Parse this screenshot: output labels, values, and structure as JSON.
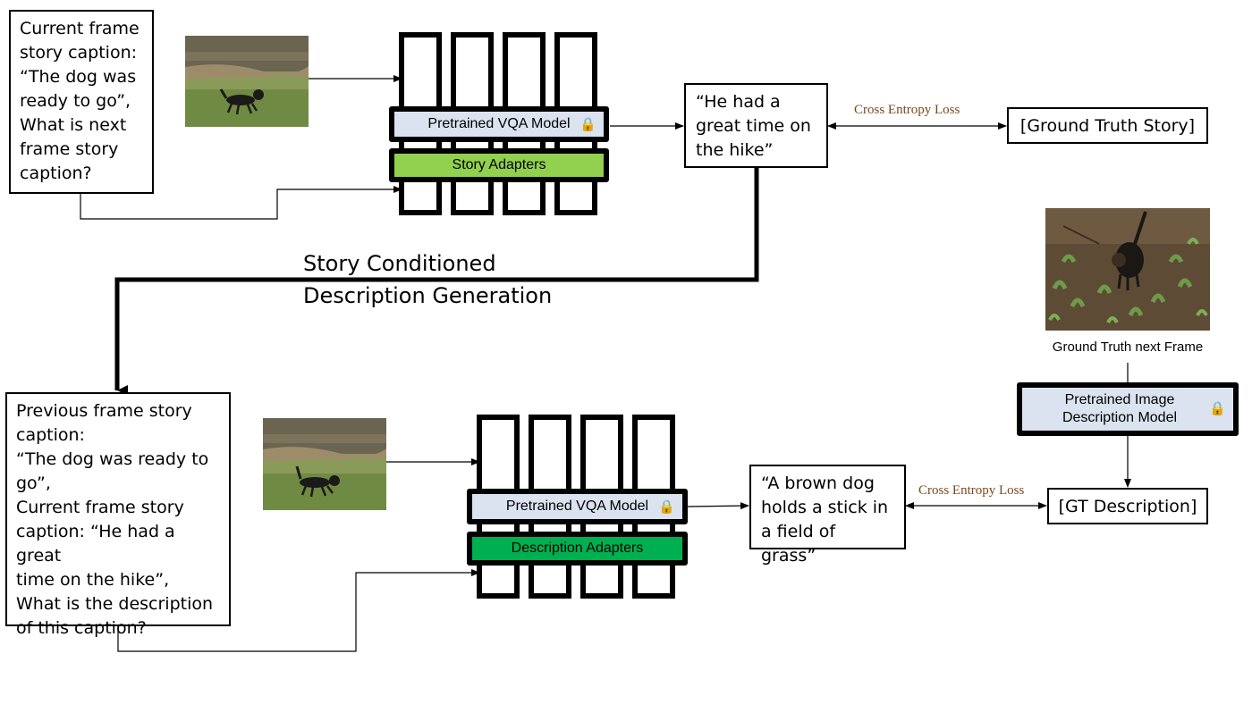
{
  "story_prompt": "Current frame\nstory caption:\n“The dog was\nready to go”,\nWhat is next\nframe story\ncaption?",
  "story_vqa_label": "Pretrained VQA Model",
  "story_adapter_label": "Story Adapters",
  "story_output": "“He had a\ngreat time on\nthe hike”",
  "story_loss_label": "Cross Entropy Loss",
  "ground_truth_story": "[Ground Truth Story]",
  "transition_label": "Story Conditioned\nDescription Generation",
  "ground_truth_frame_caption": "Ground Truth next Frame",
  "image_desc_model_label": "Pretrained Image\nDescription Model",
  "gt_description": "[GT Description]",
  "desc_loss_label": "Cross Entropy Loss",
  "desc_prompt": "Previous frame story\ncaption:\n“The dog was ready to\ngo”,\nCurrent frame story\ncaption: “He had a great\ntime on the hike”,\nWhat is the description\nof this caption?",
  "desc_vqa_label": "Pretrained VQA Model",
  "desc_adapter_label": "Description Adapters",
  "desc_output": "“A brown dog\nholds a stick in\na field of grass”",
  "icons": {
    "lock": "lock-icon",
    "photo": "dog-photo"
  },
  "colors": {
    "vqa_fill": "#dbe3f0",
    "story_adapter_fill": "#92d050",
    "desc_adapter_fill": "#00b050",
    "loss_label": "#7a4a1c"
  }
}
